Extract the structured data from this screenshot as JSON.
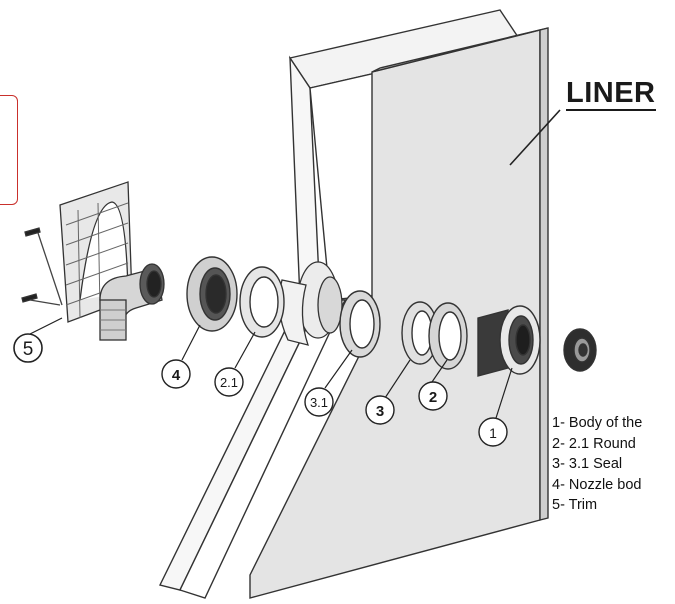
{
  "liner_label": "LINER",
  "callouts": {
    "c1": "1",
    "c2": "2",
    "c21": "2.1",
    "c3": "3",
    "c31": "3.1",
    "c4": "4",
    "c5": "5"
  },
  "legend": [
    "1- Body of the",
    "2- 2.1 Round",
    "3- 3.1 Seal",
    "4- Nozzle bod",
    "5- Trim"
  ]
}
